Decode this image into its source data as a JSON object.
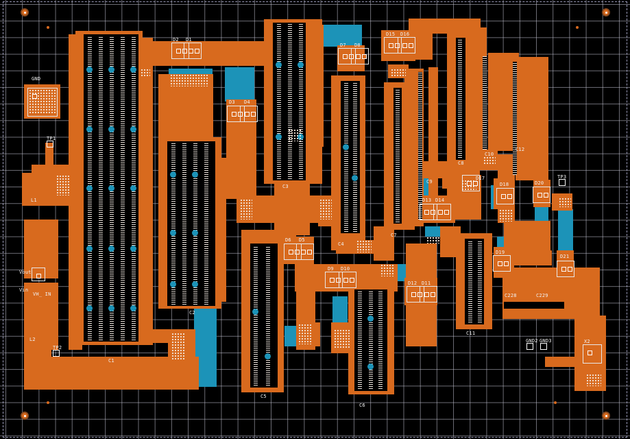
{
  "colors": {
    "copper": "#d86a1e",
    "copper_bottom": "#1c93b8",
    "background": "#000000",
    "grid": "#c8c8d7"
  },
  "labels": {
    "gnd": "GND",
    "tp1": "TP1",
    "tp2": "TP2",
    "tp3": "TP3",
    "l1": "L1",
    "l2": "L2",
    "vout": "Vout",
    "vin_line1": "Vin",
    "vin_line2": "VH_ IN",
    "c1": "C1",
    "c2": "C2",
    "c3": "C3",
    "c4": "C4",
    "c5": "C5",
    "c6": "C6",
    "c7": "C7",
    "c8": "C8",
    "c9": "C9",
    "c10": "C10",
    "c11": "C11",
    "c12": "C12",
    "c228": "C228",
    "c229": "C229",
    "d1": "D1",
    "d2": "D2",
    "d3": "D3",
    "d4": "D4",
    "d5": "D5",
    "d6": "D6",
    "d7": "D7",
    "d8": "D8",
    "d9": "D9",
    "d10": "D10",
    "d11": "D11",
    "d12": "D12",
    "d13": "D13",
    "d14": "D14",
    "d15": "D15",
    "d16": "D16",
    "d17": "D17",
    "d18": "D18",
    "d19": "D19",
    "d20": "D20",
    "d21": "D21",
    "gnd2": "GND2",
    "gnd3": "GND3",
    "x2": "X2"
  }
}
